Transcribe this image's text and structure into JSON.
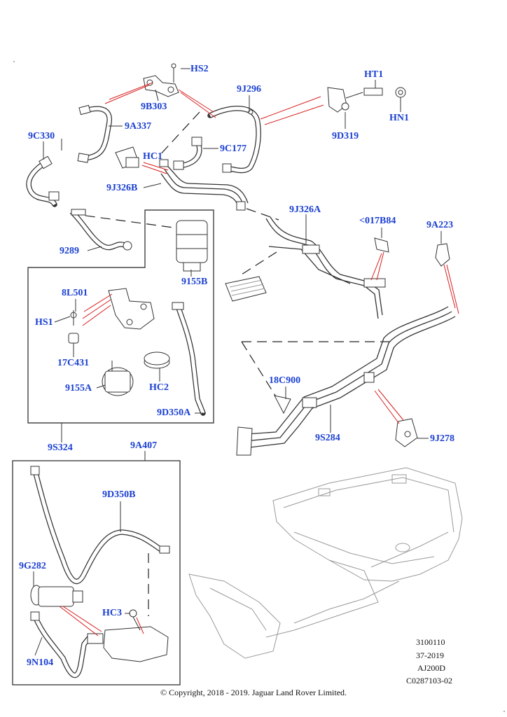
{
  "callouts": {
    "hs2": "HS2",
    "j296": "9J296",
    "ht1": "HT1",
    "b303": "9B303",
    "hn1": "HN1",
    "c330": "9C330",
    "a337": "9A337",
    "d319": "9D319",
    "hc1": "HC1",
    "c177": "9C177",
    "j326b": "9J326B",
    "j326a": "9J326A",
    "b84": "<017B84",
    "a223": "9A223",
    "n9289": "9289",
    "l501": "8L501",
    "s155b": "9155B",
    "hs1": "HS1",
    "c431": "17C431",
    "a155": "9155A",
    "hc2": "HC2",
    "c900": "18C900",
    "d350a": "9D350A",
    "s284": "9S284",
    "j278": "9J278",
    "s324": "9S324",
    "a407": "9A407",
    "d350b": "9D350B",
    "g282": "9G282",
    "hc3": "HC3",
    "n104": "9N104"
  },
  "reference": {
    "line1": "3100110",
    "line2": "37-2019",
    "line3": "AJ200D",
    "line4": "C0287103-02"
  },
  "copyright": "© Copyright, 2018 - 2019. Jaguar Land Rover Limited.",
  "colors": {
    "callout": "#1a3fd1",
    "leader_red": "#d81e1e",
    "line_dark": "#333333"
  }
}
